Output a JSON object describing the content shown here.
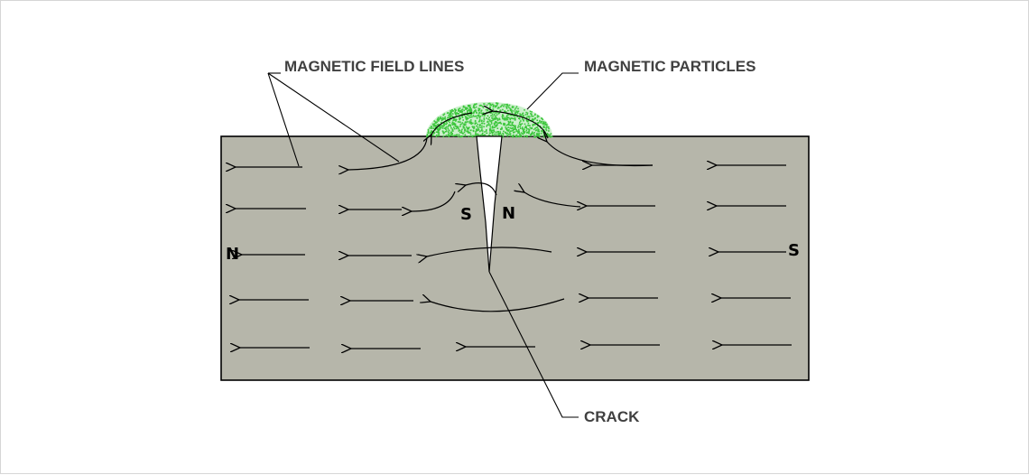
{
  "labels": {
    "field_lines": "MAGNETIC FIELD LINES",
    "particles": "MAGNETIC PARTICLES",
    "crack": "CRACK"
  },
  "poles": {
    "left_end": "N",
    "right_end": "S",
    "crack_left": "S",
    "crack_right": "N"
  },
  "colors": {
    "bar_fill": "#b6b6aa",
    "particles": "#3cc63c",
    "line": "#000000",
    "label_text": "#404040"
  }
}
